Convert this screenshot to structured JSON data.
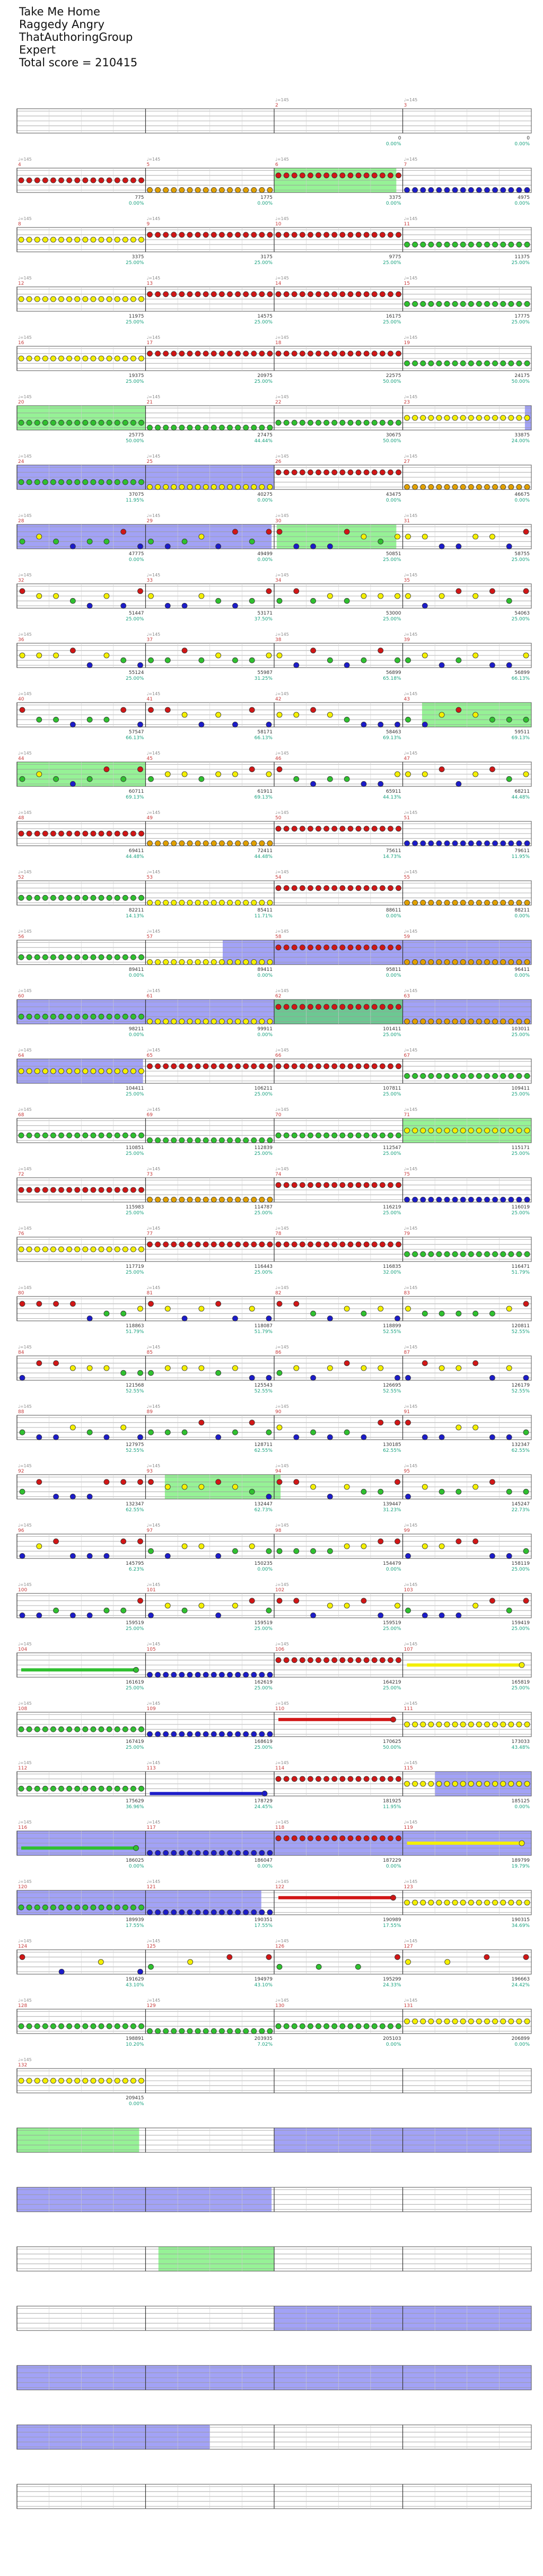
{
  "song": {
    "title": "Take Me Home",
    "artist": "Raggedy Angry",
    "charter": "ThatAuthoringGroup",
    "difficulty": "Expert",
    "total_score_label": "Total score = 210415"
  },
  "colors": {
    "green": "#2fc02f",
    "red": "#d11616",
    "yellow": "#f3ef00",
    "blue": "#1c1cc8",
    "orange": "#e0a000",
    "sp_phrase_fill": "#3fe83f",
    "sp_activation_fill": "#5555ee",
    "measure_number": "#c83c3c",
    "score_text": "#333333",
    "percent_text": "#19a27f",
    "tempo_text": "#888888"
  },
  "chart_data": {
    "type": "drum-chart",
    "tempo_marker": "♩=145",
    "measures": [
      {
        "n": 2,
        "score": "0",
        "pct": "0.00%"
      },
      {
        "n": 3,
        "score": "0",
        "pct": "0.00%"
      },
      {
        "n": 4,
        "score": "775",
        "pct": "0.00%"
      },
      {
        "n": 5,
        "score": "1775",
        "pct": "0.00%"
      },
      {
        "n": 6,
        "score": "3375",
        "pct": "0.00%"
      },
      {
        "n": 7,
        "score": "4975",
        "pct": "0.00%"
      },
      {
        "n": 8,
        "score": "3375",
        "pct": "25.00%"
      },
      {
        "n": 9,
        "score": "3175",
        "pct": "25.00%"
      },
      {
        "n": 10,
        "score": "9775",
        "pct": "25.00%"
      },
      {
        "n": 11,
        "score": "11375",
        "pct": "25.00%"
      },
      {
        "n": 12,
        "score": "11975",
        "pct": "25.00%"
      },
      {
        "n": 13,
        "score": "14575",
        "pct": "25.00%"
      },
      {
        "n": 14,
        "score": "16175",
        "pct": "25.00%"
      },
      {
        "n": 15,
        "score": "17775",
        "pct": "25.00%"
      },
      {
        "n": 16,
        "score": "19375",
        "pct": "25.00%"
      },
      {
        "n": 17,
        "score": "20975",
        "pct": "25.00%"
      },
      {
        "n": 18,
        "score": "22575",
        "pct": "50.00%"
      },
      {
        "n": 19,
        "score": "24175",
        "pct": "50.00%"
      },
      {
        "n": 20,
        "score": "25775",
        "pct": "50.00%"
      },
      {
        "n": 21,
        "score": "27475",
        "pct": "44.44%"
      },
      {
        "n": 22,
        "score": "30675",
        "pct": "50.00%"
      },
      {
        "n": 23,
        "score": "33875",
        "pct": "24.00%"
      },
      {
        "n": 24,
        "score": "37075",
        "pct": "11.95%"
      },
      {
        "n": 25,
        "score": "40275",
        "pct": "0.00%"
      },
      {
        "n": 26,
        "score": "43475",
        "pct": "0.00%"
      },
      {
        "n": 27,
        "score": "46675",
        "pct": "0.00%"
      },
      {
        "n": 28,
        "score": "47775",
        "pct": "0.00%"
      },
      {
        "n": 29,
        "score": "49499",
        "pct": "0.00%"
      },
      {
        "n": 30,
        "score": "50851",
        "pct": "25.00%"
      },
      {
        "n": 31,
        "score": "58755",
        "pct": "25.00%"
      },
      {
        "n": 32,
        "score": "51447",
        "pct": "25.00%"
      },
      {
        "n": 33,
        "score": "53171",
        "pct": "37.50%"
      },
      {
        "n": 34,
        "score": "53000",
        "pct": "25.00%"
      },
      {
        "n": 35,
        "score": "54063",
        "pct": "25.00%"
      },
      {
        "n": 36,
        "score": "55124",
        "pct": "25.00%"
      },
      {
        "n": 37,
        "score": "55987",
        "pct": "31.25%"
      },
      {
        "n": 38,
        "score": "56899",
        "pct": "65.18%"
      },
      {
        "n": 39,
        "score": "56899",
        "pct": "66.13%"
      },
      {
        "n": 40,
        "score": "57547",
        "pct": "66.13%"
      },
      {
        "n": 41,
        "score": "58171",
        "pct": "66.13%"
      },
      {
        "n": 42,
        "score": "58463",
        "pct": "69.13%"
      },
      {
        "n": 43,
        "score": "59511",
        "pct": "69.13%"
      },
      {
        "n": 44,
        "score": "60711",
        "pct": "69.13%"
      },
      {
        "n": 45,
        "score": "61911",
        "pct": "69.13%"
      },
      {
        "n": 46,
        "score": "65911",
        "pct": "44.13%"
      },
      {
        "n": 47,
        "score": "68211",
        "pct": "44.48%"
      },
      {
        "n": 48,
        "score": "69411",
        "pct": "44.48%"
      },
      {
        "n": 49,
        "score": "72411",
        "pct": "44.48%"
      },
      {
        "n": 50,
        "score": "75611",
        "pct": "14.73%"
      },
      {
        "n": 51,
        "score": "79611",
        "pct": "11.95%"
      },
      {
        "n": 52,
        "score": "82211",
        "pct": "14.13%"
      },
      {
        "n": 53,
        "score": "85411",
        "pct": "11.71%"
      },
      {
        "n": 54,
        "score": "88611",
        "pct": "0.00%"
      },
      {
        "n": 55,
        "score": "88211",
        "pct": "0.00%"
      },
      {
        "n": 56,
        "score": "89411",
        "pct": "0.00%"
      },
      {
        "n": 57,
        "score": "89411",
        "pct": "0.00%"
      },
      {
        "n": 58,
        "score": "95811",
        "pct": "0.00%"
      },
      {
        "n": 59,
        "score": "96411",
        "pct": "0.00%"
      },
      {
        "n": 60,
        "score": "98211",
        "pct": "0.00%"
      },
      {
        "n": 61,
        "score": "99911",
        "pct": "0.00%"
      },
      {
        "n": 62,
        "score": "101411",
        "pct": "25.00%"
      },
      {
        "n": 63,
        "score": "103011",
        "pct": "25.00%"
      },
      {
        "n": 64,
        "score": "104411",
        "pct": "25.00%"
      },
      {
        "n": 65,
        "score": "106211",
        "pct": "25.00%"
      },
      {
        "n": 66,
        "score": "107811",
        "pct": "25.00%"
      },
      {
        "n": 67,
        "score": "109411",
        "pct": "25.00%"
      },
      {
        "n": 68,
        "score": "110851",
        "pct": "25.00%"
      },
      {
        "n": 69,
        "score": "112839",
        "pct": "25.00%"
      },
      {
        "n": 70,
        "score": "112547",
        "pct": "25.00%"
      },
      {
        "n": 71,
        "score": "115171",
        "pct": "25.00%"
      },
      {
        "n": 72,
        "score": "115983",
        "pct": "25.00%"
      },
      {
        "n": 73,
        "score": "114787",
        "pct": "25.00%"
      },
      {
        "n": 74,
        "score": "116219",
        "pct": "25.00%"
      },
      {
        "n": 75,
        "score": "116019",
        "pct": "25.00%"
      },
      {
        "n": 76,
        "score": "117719",
        "pct": "25.00%"
      },
      {
        "n": 77,
        "score": "116443",
        "pct": "25.00%"
      },
      {
        "n": 78,
        "score": "116835",
        "pct": "32.00%"
      },
      {
        "n": 79,
        "score": "116471",
        "pct": "51.79%"
      },
      {
        "n": 80,
        "score": "118863",
        "pct": "51.79%"
      },
      {
        "n": 81,
        "score": "118087",
        "pct": "51.79%"
      },
      {
        "n": 82,
        "score": "118899",
        "pct": "52.55%"
      },
      {
        "n": 83,
        "score": "120811",
        "pct": "52.55%"
      },
      {
        "n": 84,
        "score": "121568",
        "pct": "52.55%"
      },
      {
        "n": 85,
        "score": "125543",
        "pct": "52.55%"
      },
      {
        "n": 86,
        "score": "126695",
        "pct": "52.55%"
      },
      {
        "n": 87,
        "score": "126179",
        "pct": "52.55%"
      },
      {
        "n": 88,
        "score": "127975",
        "pct": "52.55%"
      },
      {
        "n": 89,
        "score": "128711",
        "pct": "62.55%"
      },
      {
        "n": 90,
        "score": "130185",
        "pct": "62.55%"
      },
      {
        "n": 91,
        "score": "132347",
        "pct": "62.55%"
      },
      {
        "n": 92,
        "score": "132347",
        "pct": "62.55%"
      },
      {
        "n": 93,
        "score": "132447",
        "pct": "62.73%"
      },
      {
        "n": 94,
        "score": "139447",
        "pct": "31.23%"
      },
      {
        "n": 95,
        "score": "145247",
        "pct": "22.73%"
      },
      {
        "n": 96,
        "score": "145795",
        "pct": "6.23%"
      },
      {
        "n": 97,
        "score": "150235",
        "pct": "0.00%"
      },
      {
        "n": 98,
        "score": "154479",
        "pct": "0.00%"
      },
      {
        "n": 99,
        "score": "158119",
        "pct": "25.00%"
      },
      {
        "n": 100,
        "score": "159519",
        "pct": "25.00%"
      },
      {
        "n": 101,
        "score": "159519",
        "pct": "25.00%"
      },
      {
        "n": 102,
        "score": "159519",
        "pct": "25.00%"
      },
      {
        "n": 103,
        "score": "159419",
        "pct": "25.00%"
      },
      {
        "n": 104,
        "score": "161619",
        "pct": "25.00%"
      },
      {
        "n": 105,
        "score": "162619",
        "pct": "25.00%"
      },
      {
        "n": 106,
        "score": "164219",
        "pct": "25.00%"
      },
      {
        "n": 107,
        "score": "165819",
        "pct": "25.00%"
      },
      {
        "n": 108,
        "score": "167419",
        "pct": "25.00%"
      },
      {
        "n": 109,
        "score": "168619",
        "pct": "25.00%"
      },
      {
        "n": 110,
        "score": "170625",
        "pct": "50.00%"
      },
      {
        "n": 111,
        "score": "173033",
        "pct": "43.48%"
      },
      {
        "n": 112,
        "score": "175629",
        "pct": "36.96%"
      },
      {
        "n": 113,
        "score": "178729",
        "pct": "24.45%"
      },
      {
        "n": 114,
        "score": "181925",
        "pct": "11.95%"
      },
      {
        "n": 115,
        "score": "185125",
        "pct": "0.00%"
      },
      {
        "n": 116,
        "score": "186025",
        "pct": "0.00%"
      },
      {
        "n": 117,
        "score": "186047",
        "pct": "0.00%"
      },
      {
        "n": 118,
        "score": "187229",
        "pct": "0.00%"
      },
      {
        "n": 119,
        "score": "189799",
        "pct": "19.79%"
      },
      {
        "n": 120,
        "score": "189939",
        "pct": "17.55%"
      },
      {
        "n": 121,
        "score": "190351",
        "pct": "17.55%"
      },
      {
        "n": 122,
        "score": "190989",
        "pct": "17.55%"
      },
      {
        "n": 123,
        "score": "190315",
        "pct": "34.69%"
      },
      {
        "n": 124,
        "score": "191629",
        "pct": "43.10%"
      },
      {
        "n": 125,
        "score": "194979",
        "pct": "43.10%"
      },
      {
        "n": 126,
        "score": "195299",
        "pct": "24.33%"
      },
      {
        "n": 127,
        "score": "196663",
        "pct": "24.42%"
      },
      {
        "n": 128,
        "score": "198891",
        "pct": "10.20%"
      },
      {
        "n": 129,
        "score": "203935",
        "pct": "7.02%"
      },
      {
        "n": 130,
        "score": "205103",
        "pct": "0.00%"
      },
      {
        "n": 131,
        "score": "206899",
        "pct": "0.00%"
      },
      {
        "n": 132,
        "score": "209415",
        "pct": "0.00%"
      }
    ]
  }
}
